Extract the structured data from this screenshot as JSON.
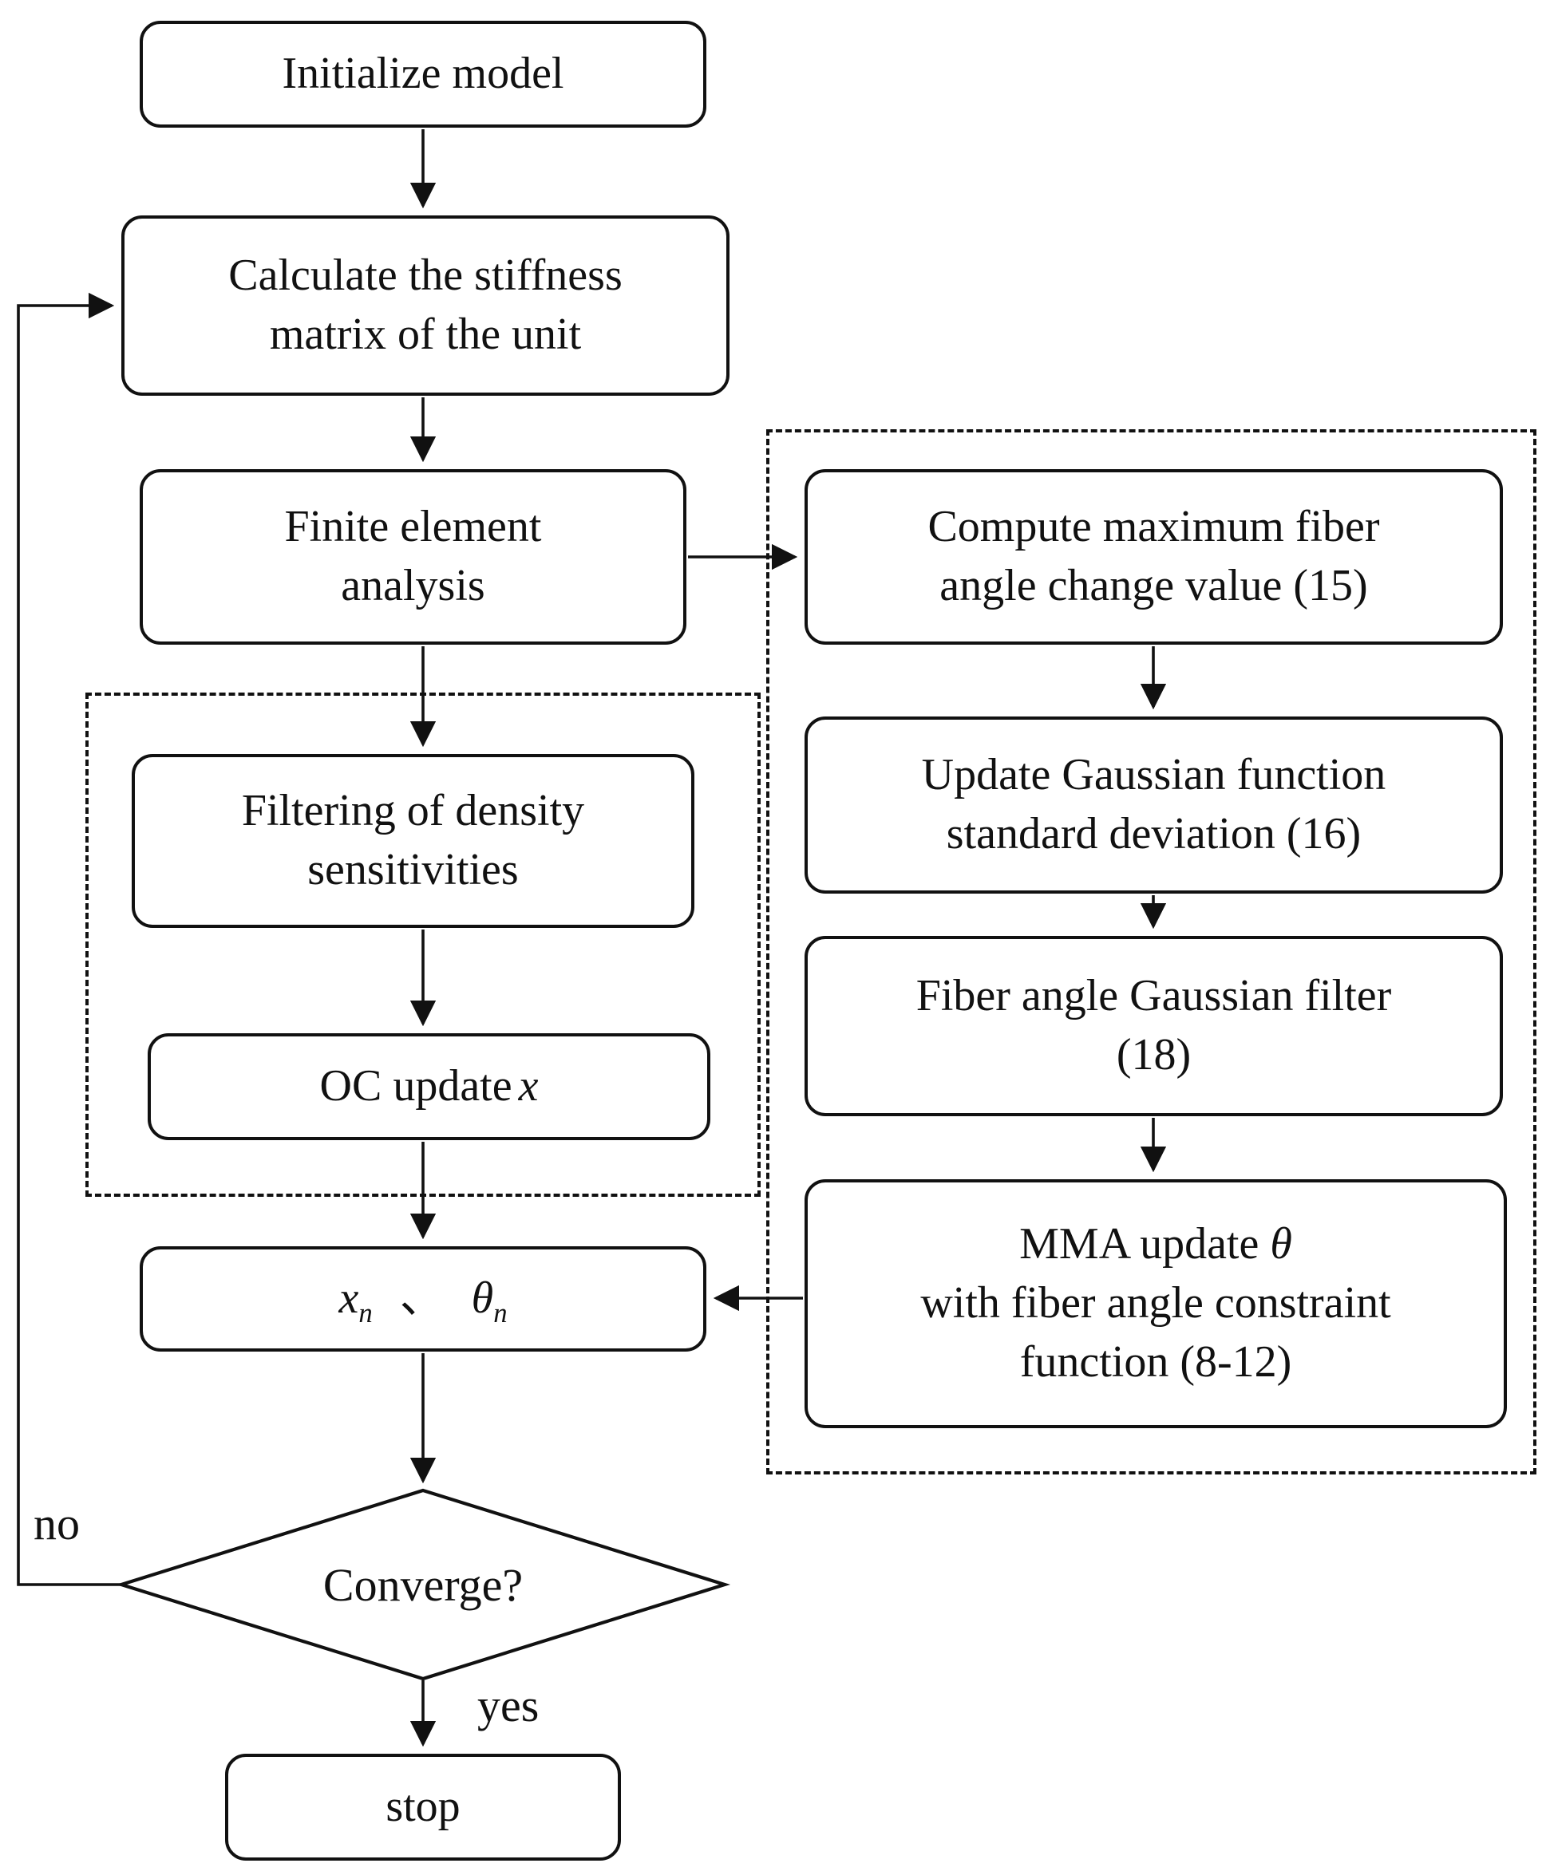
{
  "diagram": {
    "background": "#ffffff",
    "stroke_color": "#111111",
    "node_fill": "#ffffff"
  },
  "nodes": {
    "initialize": {
      "label": "Initialize model"
    },
    "calculate": {
      "label": "Calculate the stiffness matrix of the unit"
    },
    "fea": {
      "label": "Finite element analysis"
    },
    "filtering": {
      "label": "Filtering of density sensitivities"
    },
    "oc": {
      "prefix": "OC update",
      "variable": "x"
    },
    "xn": {
      "var1": "x",
      "sub1": "n",
      "separator": "、",
      "var2": "θ",
      "sub2": "n"
    },
    "compute": {
      "label": "Compute maximum fiber angle change value (15)"
    },
    "update_gaussian": {
      "label": "Update Gaussian function standard deviation (16)"
    },
    "fiber_filter": {
      "label": "Fiber angle Gaussian filter (18)"
    },
    "mma": {
      "line1": "MMA update",
      "variable": "θ",
      "line2": "with fiber angle constraint",
      "line3": "function (8-12)"
    },
    "converge": {
      "label": "Converge?"
    },
    "stop": {
      "label": "stop"
    }
  },
  "edges": {
    "no_label": "no",
    "yes_label": "yes"
  }
}
